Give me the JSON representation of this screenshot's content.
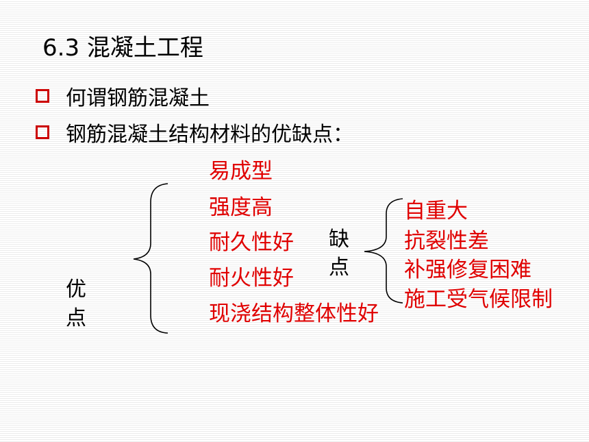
{
  "title": "6.3 混凝土工程",
  "bullets": [
    "何谓钢筋混凝土",
    "钢筋混凝土结构材料的优缺点："
  ],
  "advantages": {
    "label_line1": "优",
    "label_line2": "点",
    "items": [
      "易成型",
      "强度高",
      "耐久性好",
      "耐火性好",
      "现浇结构整体性好"
    ]
  },
  "disadvantages": {
    "label_line1": "缺",
    "label_line2": "点",
    "items": [
      "自重大",
      "抗裂性差",
      "补强修复困难",
      "施工受气候限制"
    ]
  },
  "colors": {
    "bullet_box": "#cc0000",
    "item_text": "#e00000",
    "body_text": "#000000"
  }
}
